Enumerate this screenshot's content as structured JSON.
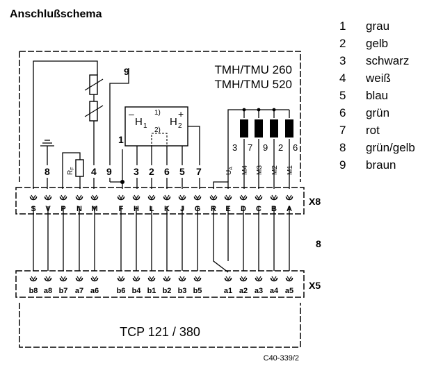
{
  "title": "Anschlußschema",
  "module_top": {
    "line1": "TMH/TMU 260",
    "line2": "TMH/TMU 520"
  },
  "module_bottom": "TCP 121 / 380",
  "figure_id": "C40-339/2",
  "connector_x8": "X8",
  "connector_x5": "X5",
  "cable_label": "8",
  "wire_9_label": "9",
  "wire_1_label": "1",
  "h1_label": "H",
  "h1_sub": "1",
  "h2_label": "H",
  "h2_sub": "2",
  "note_1": "1)",
  "note_2": "2)",
  "minus": "–",
  "plus": "+",
  "rf_label": "R",
  "rf_sub": "F",
  "ua_label": "U",
  "ua_sub": "A",
  "motor_labels": [
    "3",
    "7",
    "9",
    "2",
    "6"
  ],
  "m_labels": [
    "M4",
    "M3",
    "M2",
    "M1"
  ],
  "wire_nums": [
    "8",
    "4",
    "9",
    "3",
    "2",
    "6",
    "5",
    "7"
  ],
  "x8_pins": [
    "S",
    "V",
    "P",
    "N",
    "M",
    "F",
    "H",
    "L",
    "K",
    "J",
    "G",
    "R",
    "E",
    "D",
    "C",
    "B",
    "A"
  ],
  "x5_pins": [
    "b8",
    "a8",
    "b7",
    "a7",
    "a6",
    "b6",
    "b4",
    "b1",
    "b2",
    "b3",
    "b5",
    "a1",
    "a2",
    "a3",
    "a4",
    "a5"
  ],
  "legend": [
    {
      "num": "1",
      "label": "grau"
    },
    {
      "num": "2",
      "label": "gelb"
    },
    {
      "num": "3",
      "label": "schwarz"
    },
    {
      "num": "4",
      "label": "weiß"
    },
    {
      "num": "5",
      "label": "blau"
    },
    {
      "num": "6",
      "label": "grün"
    },
    {
      "num": "7",
      "label": "rot"
    },
    {
      "num": "8",
      "label": "grün/gelb"
    },
    {
      "num": "9",
      "label": "braun"
    }
  ]
}
